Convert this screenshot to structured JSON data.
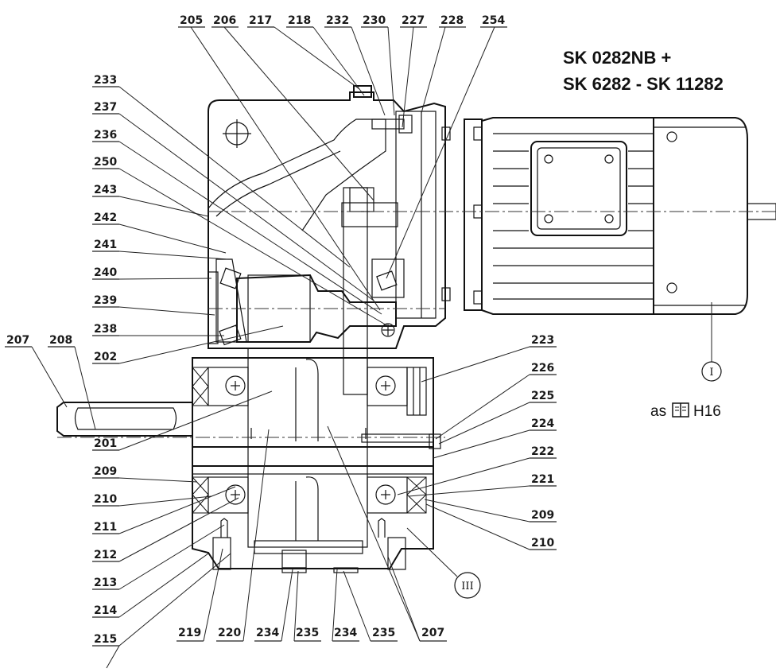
{
  "title": {
    "line1": "SK 0282NB +",
    "line2": "SK 6282 - SK 11282"
  },
  "note": {
    "text": "as",
    "icon": "book-icon",
    "ref": "H16"
  },
  "markers": {
    "motor": "I",
    "housing": "III"
  },
  "labels": {
    "top": [
      "205",
      "206",
      "217",
      "218",
      "232",
      "230",
      "227",
      "228",
      "254"
    ],
    "left": [
      "233",
      "237",
      "236",
      "250",
      "243",
      "242",
      "241",
      "240",
      "239",
      "238",
      "202",
      "201",
      "209",
      "210",
      "211",
      "212",
      "213",
      "214",
      "215"
    ],
    "shaft": [
      "207",
      "208"
    ],
    "right": [
      "223",
      "226",
      "225",
      "224",
      "222",
      "221",
      "209",
      "210"
    ],
    "bottom": [
      "219",
      "220",
      "234",
      "235",
      "234",
      "235",
      "207"
    ]
  }
}
